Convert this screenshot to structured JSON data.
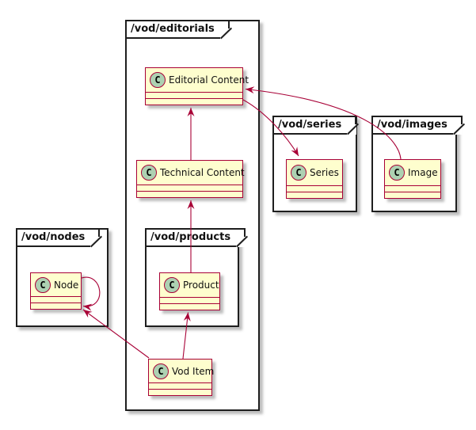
{
  "diagram": {
    "type": "uml-package-class-diagram",
    "colors": {
      "class_fill": "#FEFECE",
      "class_border": "#A80036",
      "spot_fill": "#ADD1B2",
      "spot_border": "#A80036",
      "package_border": "#1e1e1e",
      "edge": "#A80036",
      "background": "#ffffff"
    },
    "packages": [
      {
        "id": "editorials",
        "label": "/vod/editorials"
      },
      {
        "id": "series",
        "label": "/vod/series"
      },
      {
        "id": "images",
        "label": "/vod/images"
      },
      {
        "id": "nodes",
        "label": "/vod/nodes"
      },
      {
        "id": "products",
        "label": "/vod/products"
      }
    ],
    "classes": [
      {
        "id": "editorial-content",
        "label": "Editorial Content",
        "stereotype": "C",
        "package": "/vod/editorials"
      },
      {
        "id": "technical-content",
        "label": "Technical Content",
        "stereotype": "C",
        "package": "/vod/editorials"
      },
      {
        "id": "series",
        "label": "Series",
        "stereotype": "C",
        "package": "/vod/series"
      },
      {
        "id": "image",
        "label": "Image",
        "stereotype": "C",
        "package": "/vod/images"
      },
      {
        "id": "node",
        "label": "Node",
        "stereotype": "C",
        "package": "/vod/nodes"
      },
      {
        "id": "product",
        "label": "Product",
        "stereotype": "C",
        "package": "/vod/products"
      },
      {
        "id": "vod-item",
        "label": "Vod Item",
        "stereotype": "C",
        "package": "/vod/editorials"
      }
    ],
    "edges": [
      {
        "from": "technical-content",
        "to": "editorial-content"
      },
      {
        "from": "product",
        "to": "technical-content"
      },
      {
        "from": "vod-item",
        "to": "product"
      },
      {
        "from": "vod-item",
        "to": "node"
      },
      {
        "from": "node",
        "to": "node"
      },
      {
        "from": "editorial-content",
        "to": "series"
      },
      {
        "from": "image",
        "to": "editorial-content"
      }
    ]
  }
}
